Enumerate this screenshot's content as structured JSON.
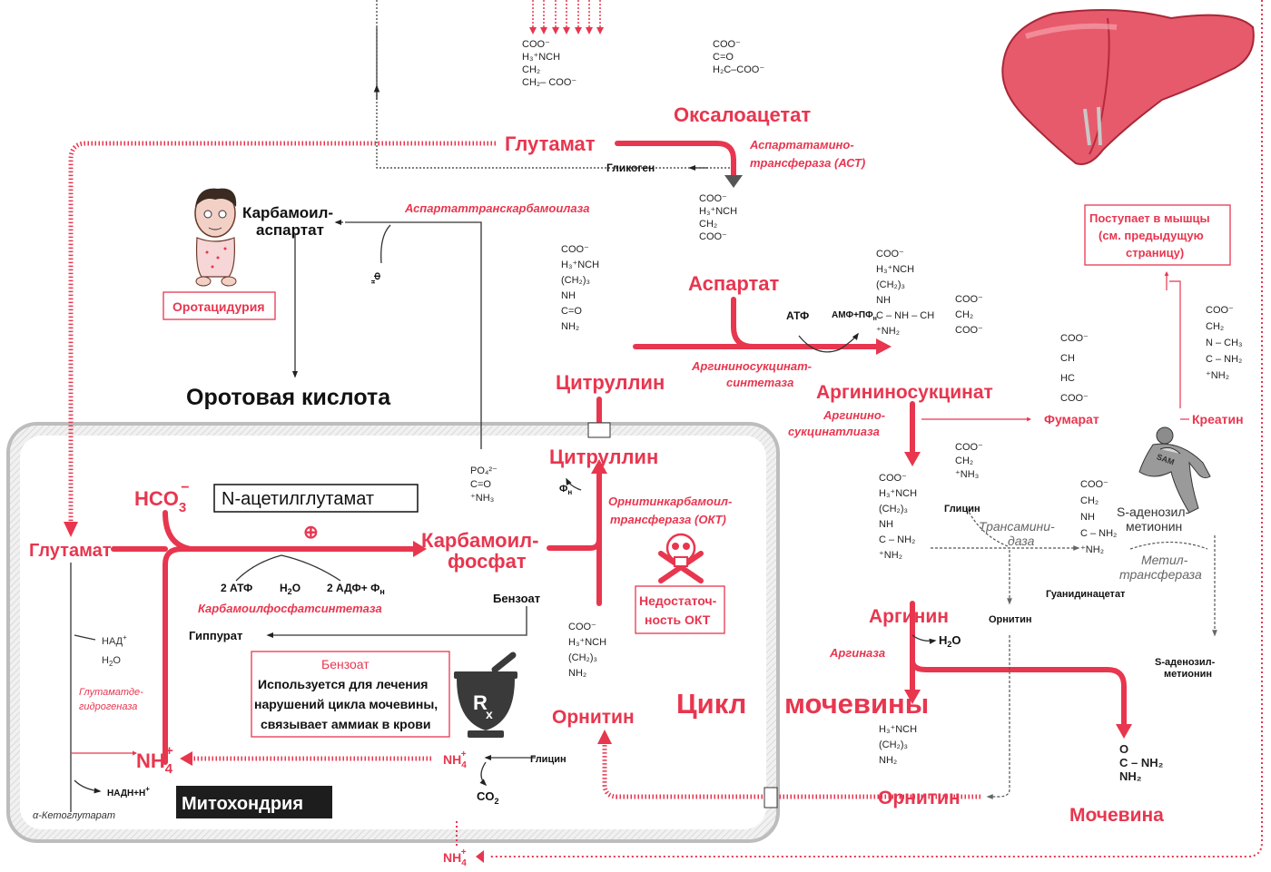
{
  "colors": {
    "accent": "#e8364f",
    "mito_border": "#b9b9b9",
    "dark": "#1d1d1d"
  },
  "icons": [
    "liver-icon",
    "child-figure-icon",
    "skull-crossbones-icon",
    "mortar-pestle-rx-icon",
    "sam-superhero-icon"
  ],
  "nodes": {
    "glutamate_top": "Глутамат",
    "oxaloacetate": "Оксалоацетат",
    "glycogen": "Гликоген",
    "aspartate": "Аспартат",
    "citrulline_top": "Цитруллин",
    "citrulline_mito": "Цитруллин",
    "argininosuccinate": "Аргининосукцинат",
    "fumarate": "Фумарат",
    "arginine": "Аргинин",
    "ornithine_cyt": "Орнитин",
    "ornithine_bottom": "Орнитин",
    "ornithine_small": "Орнитин",
    "urea": "Мочевина",
    "creatine": "Креатин",
    "carbamoyl_aspartate_1": "Карбамоил-",
    "carbamoyl_aspartate_2": "аспартат",
    "orotic_acid": "Оротовая кислота",
    "glutamate_left": "Глутамат",
    "hco3": "HCO",
    "hco3_sub": "3",
    "hco3_sup": "−",
    "nacetylglutamate": "N-ацетилглутамат",
    "carbamoyl_phosphate_1": "Карбамоил-",
    "carbamoyl_phosphate_2": "фосфат",
    "benzoate": "Бензоат",
    "hippurate": "Гиппурат",
    "glycine_left": "Глицин",
    "glycine_right": "Глицин",
    "guanidinoacetate": "Гуанидинацетат",
    "sam_1": "S-аденозил-",
    "sam_2": "метионин",
    "sah_1": "S-аденозил-",
    "sah_2": "метионин",
    "mitochondria": "Митохондрия",
    "alpha_kg": "α-Кетоглутарат",
    "urea_cycle_1": "Цикл",
    "urea_cycle_2": "мочевины",
    "plus": "⊕"
  },
  "enzymes": {
    "ast_1": "Аспартатамино-",
    "ast_2": "трансфераза (АСТ)",
    "atc": "Аспартаттранскарбамоилаза",
    "ass_1": "Аргининосукцинат-",
    "ass_2": "синтетаза",
    "asl_1": "Аргинино-",
    "asl_2": "сукцинатлиаза",
    "otc_1": "Орнитинкарбамоил-",
    "otc_2": "трансфераза (ОКТ)",
    "cps": "Карбамоилфосфатсинтетаза",
    "gdh_1": "Глутаматде-",
    "gdh_2": "гидрогеназа",
    "arginase": "Аргиназа",
    "transamidinase_1": "Трансамини-",
    "transamidinase_2": "даза",
    "methyltransferase_1": "Метил-",
    "methyltransferase_2": "трансфераза"
  },
  "cofactors": {
    "atp": "АТФ",
    "amp_ppi": "АМФ+ПФ",
    "amp_ppi_sub": "н",
    "two_atp": "2 АТФ",
    "h2o_1": "H",
    "h2o_sub": "2",
    "h2o_2": "O",
    "two_adp": "2 АДФ+ Ф",
    "two_adp_sub": "н",
    "phi": "Ф",
    "phi_sub": "н",
    "nad": "НАД",
    "nad_sup": "+",
    "nadh": "НАДН+Н",
    "nadh_sup": "+",
    "co2": "CO",
    "co2_sub": "2",
    "nh4": "NH",
    "nh4_sub": "4",
    "nh4_sup": "+"
  },
  "notes": {
    "orotaciduria": "Оротацидурия",
    "otc_def_1": "Недостаточ-",
    "otc_def_2": "ность ОКТ",
    "muscles_1": "Поступает в мышцы",
    "muscles_2": "(см. предыдущую",
    "muscles_3": "страницу)",
    "benzoate_title": "Бензоат",
    "benzoate_1": "Используется для лечения",
    "benzoate_2": "нарушений цикла мочевины,",
    "benzoate_3": "связывает аммиак в крови"
  },
  "structures": {
    "glutamate": [
      "COO⁻",
      "H₃⁺NCH",
      "CH₂",
      "CH₂– COO⁻"
    ],
    "oxaloacetate": [
      "COO⁻",
      "C=O",
      "H₂C–COO⁻"
    ],
    "aspartate": [
      "COO⁻",
      "H₃⁺NCH",
      "CH₂",
      "COO⁻"
    ],
    "citrulline": [
      "COO⁻",
      "H₃⁺NCH",
      "(CH₂)₃",
      "NH",
      "C=O",
      "NH₂"
    ],
    "argininosuccinate_left": [
      "COO⁻",
      "H₃⁺NCH",
      "(CH₂)₃",
      "NH",
      "C – NH – CH",
      "⁺NH₂"
    ],
    "argininosuccinate_right": [
      "COO⁻",
      "CH₂",
      "COO⁻"
    ],
    "fumarate": [
      "COO⁻",
      "CH",
      "HC",
      "COO⁻"
    ],
    "creatine": [
      "COO⁻",
      "CH₂",
      "N – CH₃",
      "C – NH₂",
      "⁺NH₂"
    ],
    "carbamoyl_phosphate": [
      "PO₄²⁻",
      "C=O",
      "⁺NH₃"
    ],
    "glycine": [
      "COO⁻",
      "CH₂",
      "⁺NH₃"
    ],
    "arginine": [
      "COO⁻",
      "H₃⁺NCH",
      "(CH₂)₃",
      "NH",
      "C – NH₂",
      "⁺NH₂"
    ],
    "guanidinoacetate": [
      "COO⁻",
      "CH₂",
      "NH",
      "C – NH₂",
      "⁺NH₂"
    ],
    "ornithine": [
      "COO⁻",
      "H₃⁺NCH",
      "(CH₂)₃",
      "NH₂"
    ],
    "ornithine_bottom": [
      "H₃⁺NCH",
      "(CH₂)₃",
      "NH₂"
    ],
    "urea": [
      "O",
      "C – NH₂",
      "NH₂"
    ]
  }
}
